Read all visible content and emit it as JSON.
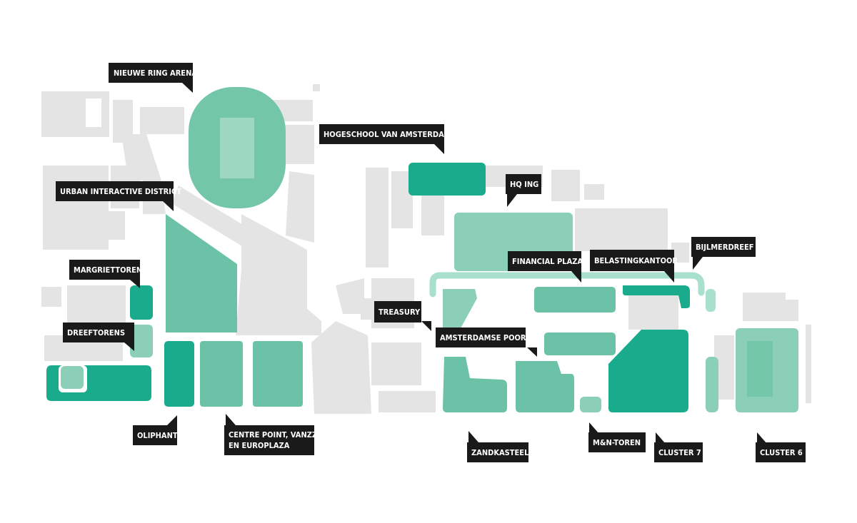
{
  "colors": {
    "background_buildings": "#e4e4e4",
    "light_teal": "#8ccfb8",
    "medium_teal": "#6cc2a6",
    "dark_teal": "#1aab8c",
    "label_bg": "#1a1a1a",
    "label_text": "#ffffff"
  },
  "labels": {
    "nieuwe_ring_arena": "NIEUWE RING ARENA",
    "urban_interactive_district": "URBAN INTERACTIVE DISTRICT",
    "margriettoren": "MARGRIETTOREN",
    "dreeftorens": "DREEFTORENS",
    "oliphant": "OLIPHANT",
    "centre_point_line1": "CENTRE POINT, VANZZ",
    "centre_point_line2": "EN EUROPLAZA",
    "hogeschool": "HOGESCHOOL VAN AMSTERDAM",
    "hq_ing": "HQ ING",
    "financial_plaza": "FINANCIAL PLAZA",
    "belastingkantoor": "BELASTINGKANTOOR",
    "bijlmerdreef": "BIJLMERDREEF",
    "treasury": "TREASURY",
    "amsterdamse_poort": "AMSTERDAMSE POORT",
    "zandkasteel": "ZANDKASTEEL",
    "mn_toren": "M&N-TOREN",
    "cluster7": "CLUSTER 7",
    "cluster6": "CLUSTER 6"
  }
}
